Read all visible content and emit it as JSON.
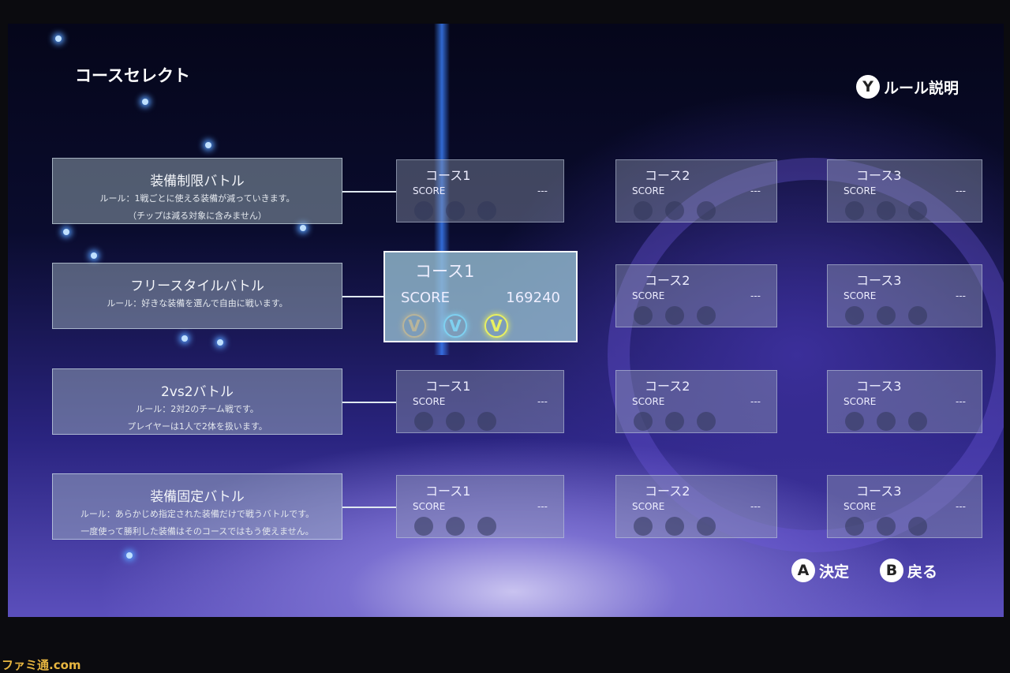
{
  "header": {
    "title": "コースセレクト",
    "rules_hint": {
      "button": "Y",
      "label": "ルール説明"
    }
  },
  "modes": [
    {
      "title": "装備制限バトル",
      "rule": "ルール：1戦ごとに使える装備が減っていきます。",
      "note": "（チップは減る対象に含みません）"
    },
    {
      "title": "フリースタイルバトル",
      "rule": "ルール：好きな装備を選んで自由に戦います。",
      "note": ""
    },
    {
      "title": "2vs2バトル",
      "rule": "ルール：2対2のチーム戦です。",
      "note": "プレイヤーは1人で2体を扱います。"
    },
    {
      "title": "装備固定バトル",
      "rule": "ルール：あらかじめ指定された装備だけで戦うバトルです。",
      "note": "一度使って勝利した装備はそのコースではもう使えません。"
    }
  ],
  "courses": [
    [
      {
        "label": "コース1",
        "score_label": "SCORE",
        "score": "---"
      },
      {
        "label": "コース2",
        "score_label": "SCORE",
        "score": "---"
      },
      {
        "label": "コース3",
        "score_label": "SCORE",
        "score": "---"
      }
    ],
    [
      {
        "label": "コース1",
        "score_label": "SCORE",
        "score": "169240",
        "medals": [
          "silver",
          "blue",
          "gold"
        ]
      },
      {
        "label": "コース2",
        "score_label": "SCORE",
        "score": "---"
      },
      {
        "label": "コース3",
        "score_label": "SCORE",
        "score": "---"
      }
    ],
    [
      {
        "label": "コース1",
        "score_label": "SCORE",
        "score": "---"
      },
      {
        "label": "コース2",
        "score_label": "SCORE",
        "score": "---"
      },
      {
        "label": "コース3",
        "score_label": "SCORE",
        "score": "---"
      }
    ],
    [
      {
        "label": "コース1",
        "score_label": "SCORE",
        "score": "---"
      },
      {
        "label": "コース2",
        "score_label": "SCORE",
        "score": "---"
      },
      {
        "label": "コース3",
        "score_label": "SCORE",
        "score": "---"
      }
    ]
  ],
  "footer": {
    "confirm": {
      "button": "A",
      "label": "決定"
    },
    "back": {
      "button": "B",
      "label": "戻る"
    }
  },
  "medal_colors": {
    "silver": "#b8b49a",
    "blue": "#7fd0f0",
    "gold": "#e8f060"
  },
  "watermark": "ファミ通.com"
}
